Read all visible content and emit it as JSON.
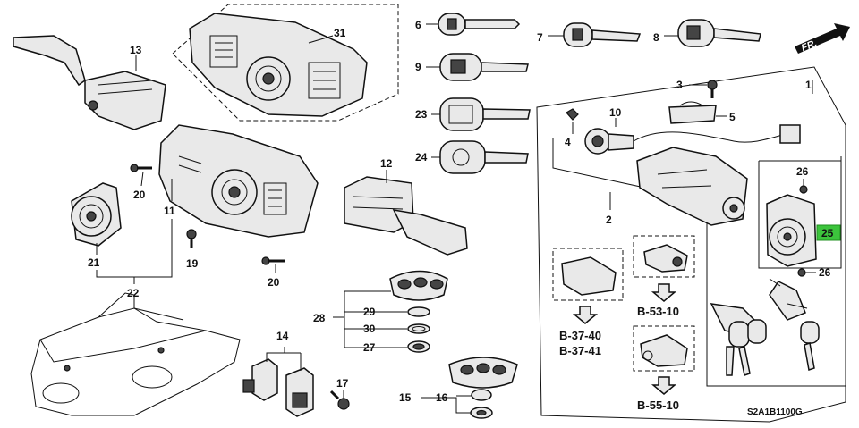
{
  "diagram": {
    "code": "S2A1B1100G",
    "direction_label": "FR.",
    "highlight_color": "#3cc43c"
  },
  "callouts": {
    "n1": "1",
    "n2": "2",
    "n3": "3",
    "n4": "4",
    "n5": "5",
    "n6": "6",
    "n7": "7",
    "n8": "8",
    "n9": "9",
    "n10": "10",
    "n11": "11",
    "n12": "12",
    "n13": "13",
    "n14": "14",
    "n15": "15",
    "n16": "16",
    "n17": "17",
    "n19": "19",
    "n20a": "20",
    "n20b": "20",
    "n21": "21",
    "n22": "22",
    "n23": "23",
    "n24": "24",
    "n25": "25",
    "n26a": "26",
    "n26b": "26",
    "n27": "27",
    "n28": "28",
    "n29": "29",
    "n30": "30",
    "n31": "31"
  },
  "refs": {
    "r1": "B-37-40",
    "r2": "B-37-41",
    "r3": "B-53-10",
    "r4": "B-55-10"
  },
  "icons": [
    "arrow-down-icon",
    "direction-arrow-icon",
    "key-icon",
    "screw-icon"
  ]
}
